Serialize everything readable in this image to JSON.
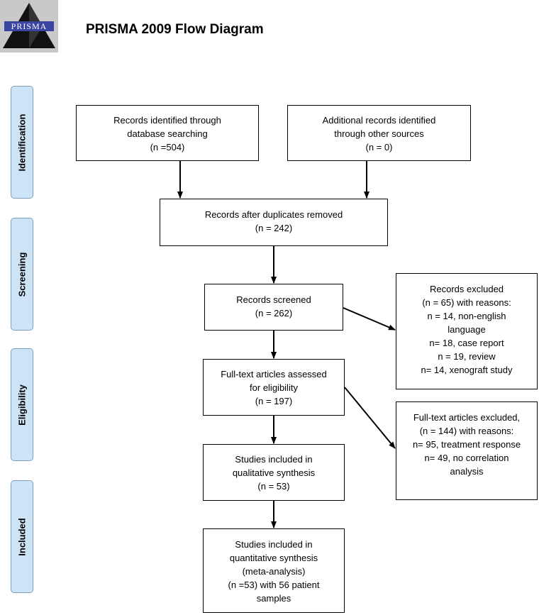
{
  "header": {
    "logo_text": "PRISMA",
    "title": "PRISMA 2009 Flow Diagram"
  },
  "phases": {
    "identification": "Identification",
    "screening": "Screening",
    "eligibility": "Eligibility",
    "included": "Included"
  },
  "boxes": {
    "db_search": [
      "Records identified through",
      "database searching",
      "(n =504)"
    ],
    "other_sources": [
      "Additional records identified",
      "through other sources",
      "(n = 0)"
    ],
    "after_duplicates": [
      "Records after duplicates removed",
      "(n = 242)"
    ],
    "screened": [
      "Records screened",
      "(n = 262)"
    ],
    "excluded": [
      "Records excluded",
      "(n = 65) with reasons:",
      "n = 14, non-english",
      "language",
      "n= 18, case report",
      "n = 19, review",
      "n= 14, xenograft study"
    ],
    "fulltext_assessed": [
      "Full-text articles assessed",
      "for eligibility",
      "(n = 197)"
    ],
    "fulltext_excluded": [
      "Full-text articles excluded,",
      "(n = 144) with reasons:",
      "n= 95, treatment response",
      "n= 49, no correlation",
      "analysis"
    ],
    "qualitative": [
      "Studies included in",
      "qualitative synthesis",
      "(n = 53)"
    ],
    "quantitative": [
      "Studies included in",
      "quantitative synthesis",
      "(meta-analysis)",
      "(n =53) with 56 patient",
      "samples"
    ]
  }
}
